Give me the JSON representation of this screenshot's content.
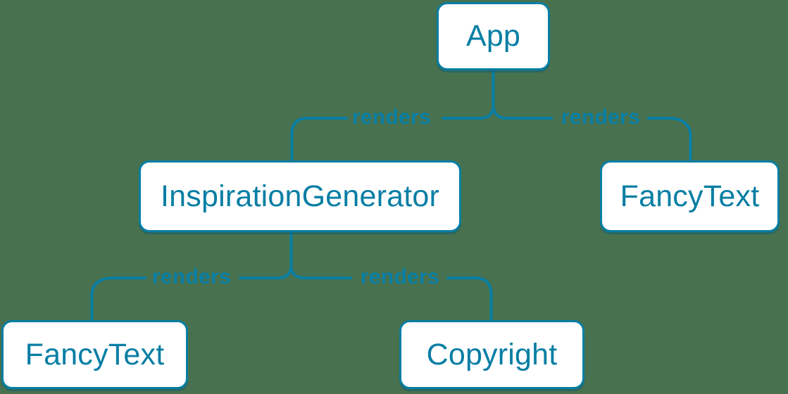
{
  "colors": {
    "background": "#47714F",
    "accent": "#087ea4",
    "node_fill": "#ffffff"
  },
  "diagram": {
    "type": "tree",
    "nodes": [
      {
        "id": "app",
        "label": "App"
      },
      {
        "id": "inspiration-generator",
        "label": "InspirationGenerator"
      },
      {
        "id": "fancy-text-right",
        "label": "FancyText"
      },
      {
        "id": "fancy-text-left",
        "label": "FancyText"
      },
      {
        "id": "copyright",
        "label": "Copyright"
      }
    ],
    "edges": [
      {
        "from": "app",
        "to": "inspiration-generator",
        "label": "renders"
      },
      {
        "from": "app",
        "to": "fancy-text-right",
        "label": "renders"
      },
      {
        "from": "inspiration-generator",
        "to": "fancy-text-left",
        "label": "renders"
      },
      {
        "from": "inspiration-generator",
        "to": "copyright",
        "label": "renders"
      }
    ]
  }
}
